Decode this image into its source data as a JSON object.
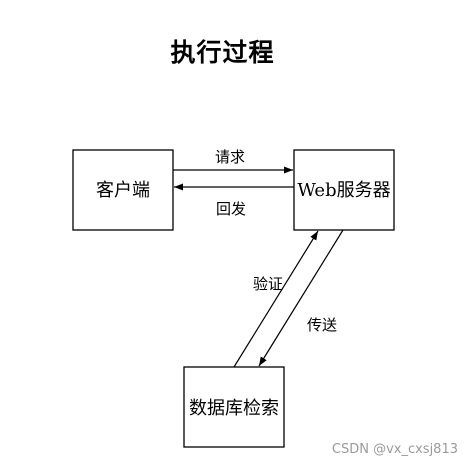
{
  "title": "执行过程",
  "nodes": {
    "client": {
      "label": "客户端"
    },
    "server": {
      "label": "Web服务器"
    },
    "database": {
      "label": "数据库检索"
    }
  },
  "edges": {
    "request": {
      "label": "请求"
    },
    "reply": {
      "label": "回发"
    },
    "verify": {
      "label": "验证"
    },
    "transfer": {
      "label": "传送"
    }
  },
  "watermark": "CSDN @vx_cxsj813"
}
